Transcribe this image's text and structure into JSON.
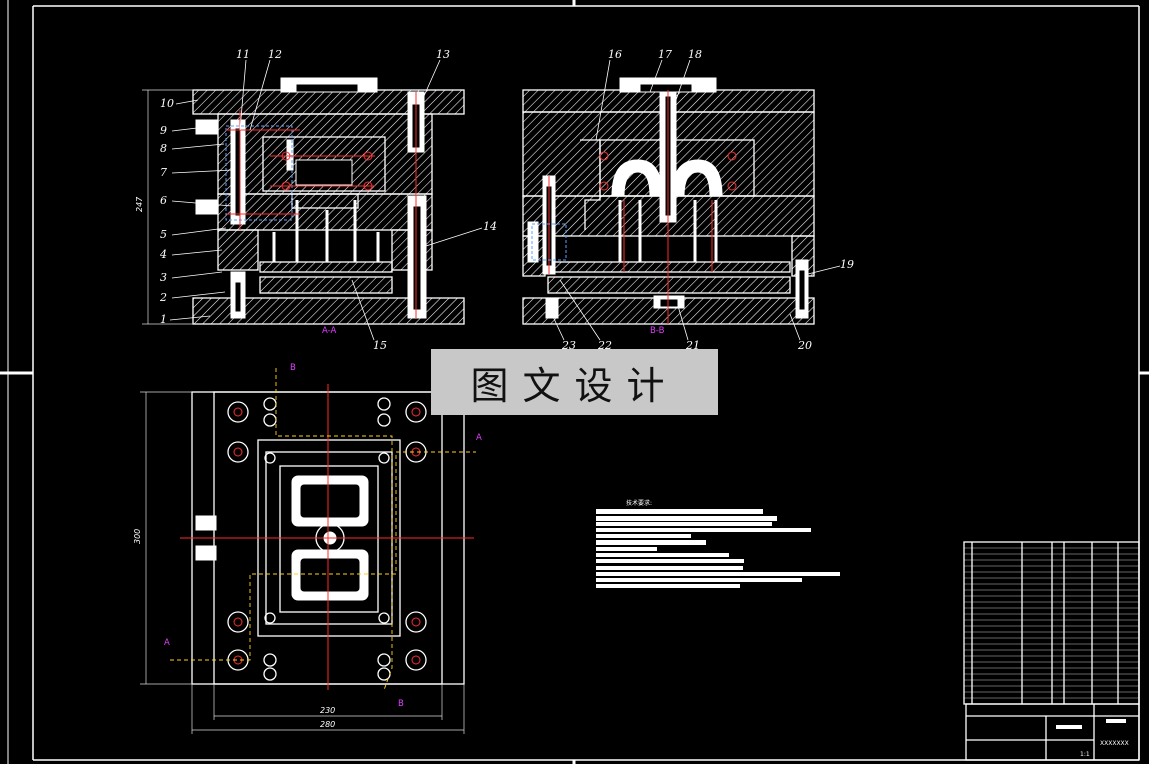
{
  "sections": {
    "section_a": "A-A",
    "section_b": "B-B"
  },
  "part_labels": {
    "left": [
      "1",
      "2",
      "3",
      "4",
      "5",
      "6",
      "7",
      "8",
      "9",
      "10",
      "11",
      "12",
      "13",
      "14",
      "15"
    ],
    "right": [
      "16",
      "17",
      "18",
      "19",
      "20",
      "21",
      "22",
      "23"
    ]
  },
  "dimensions": {
    "height_left": "247",
    "plan_height": "300",
    "plan_inner_width": "230",
    "plan_width": "280"
  },
  "plan_markers": {
    "a": "A",
    "b": "B"
  },
  "tech_requirements": {
    "title": "技术要求:"
  },
  "watermark": "图文设计",
  "title_block": {
    "drawing_no": "XXXXXXX",
    "scale": "1:1"
  },
  "colors": {
    "background": "#000000",
    "lines": "#ffffff",
    "centerline": "#ff2a2a",
    "hidden": "#5aa0ff",
    "section_marker": "#ffd21a",
    "section_label": "#e040ff",
    "watermark_bg": "#c8c8c8"
  }
}
